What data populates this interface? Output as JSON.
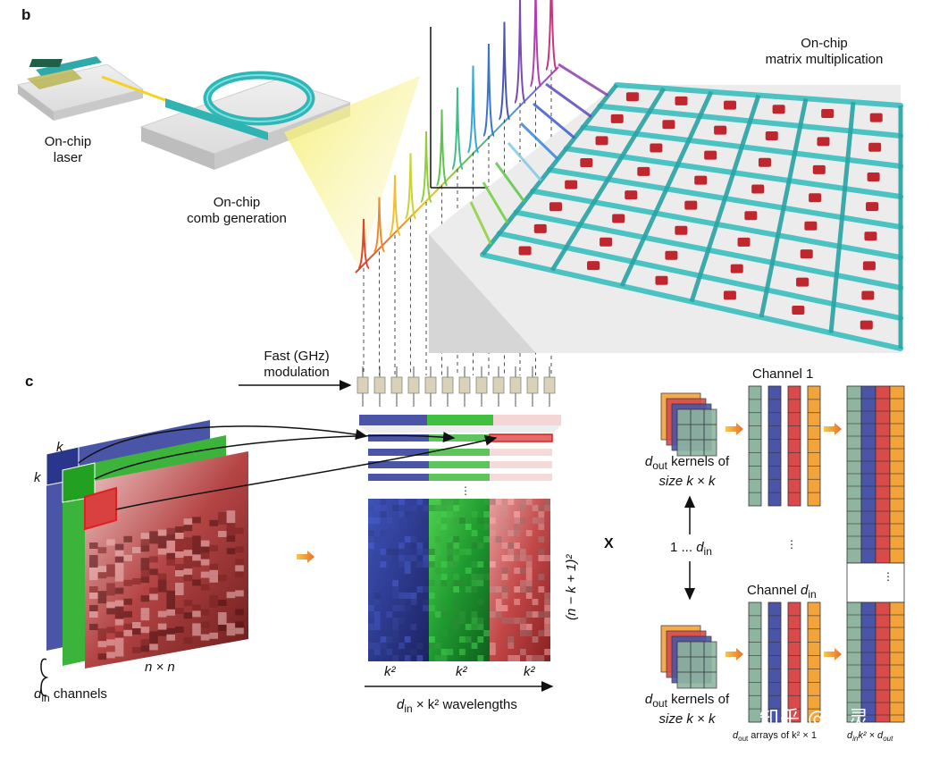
{
  "panel_b": {
    "label": "b",
    "laser_label_line1": "On-chip",
    "laser_label_line2": "laser",
    "comb_label_line1": "On-chip",
    "comb_label_line2": "comb generation",
    "matrix_label_line1": "On-chip",
    "matrix_label_line2": "matrix multiplication"
  },
  "panel_c": {
    "label": "c",
    "modulation_line1": "Fast (GHz)",
    "modulation_line2": "modulation",
    "k_top": "k",
    "k_left": "k",
    "input_size": "n × n",
    "channels_d": "d",
    "channels_sub": "in",
    "channels_rest": " channels",
    "k2_labels": [
      "k²",
      "k²",
      "k²"
    ],
    "rows_label": "(n − k + 1)²",
    "wavelengths_d": "d",
    "wavelengths_sub": "in",
    "wavelengths_rest": " × k² wavelengths",
    "multiply_sign": "X",
    "kernels_top_d": "d",
    "kernels_top_sub": "out",
    "kernels_top_rest": " kernels of",
    "kernels_top_line2": "size k × k",
    "kernels_bottom_d": "d",
    "kernels_bottom_sub": "out",
    "kernels_bottom_rest": " kernels of",
    "kernels_bottom_line2": "size k × k",
    "range_1": "1 ...",
    "range_d": "d",
    "range_sub": "in",
    "channel1": "Channel 1",
    "channel_d_text": "Channel ",
    "channel_d": "d",
    "channel_d_sub": "in",
    "ellipsis": "⋮",
    "arrays_d": "d",
    "arrays_sub": "out",
    "arrays_rest": " arrays of k² × 1",
    "result_label_main": "d",
    "result_label_sub1": "in",
    "result_label_mid": "k² × d",
    "result_label_sub2": "out"
  },
  "watermark": "知乎 @产灵",
  "colors": {
    "blue": "#4a55a8",
    "green": "#3cb43c",
    "red": "#d94a4a",
    "orange": "#f2a33a",
    "teal_chip": "#3bbfbf",
    "sage": "#8fb5a0"
  }
}
